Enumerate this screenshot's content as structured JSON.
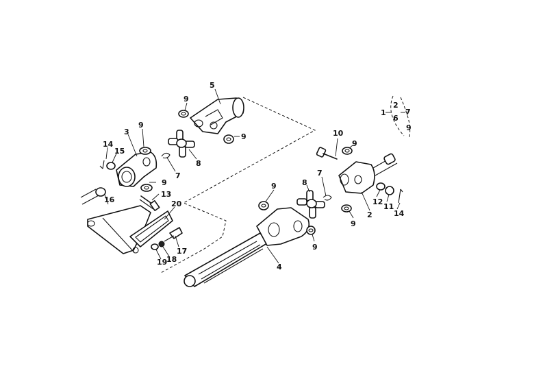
{
  "diagram": {
    "callouts": {
      "c1": "1",
      "c2a": "2",
      "c2b": "2",
      "c3": "3",
      "c4": "4",
      "c5": "5",
      "c6": "6",
      "c7a": "7",
      "c7b": "7",
      "c7c": "7",
      "c8a": "8",
      "c8b": "8",
      "c9a": "9",
      "c9b": "9",
      "c9c": "9",
      "c9d": "9",
      "c9e": "9",
      "c9f": "9",
      "c9g": "9",
      "c9h": "9",
      "c9i": "9",
      "c10": "10",
      "c11": "11",
      "c12": "12",
      "c13": "13",
      "c14a": "14",
      "c14b": "14",
      "c15": "15",
      "c16": "16",
      "c17": "17",
      "c18": "18",
      "c19": "19",
      "c20": "20"
    }
  }
}
